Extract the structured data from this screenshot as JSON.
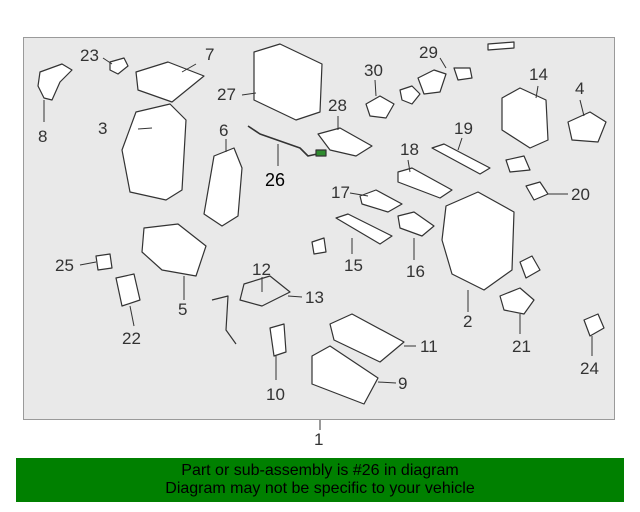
{
  "diagram": {
    "callouts": {
      "c1": "1",
      "c2": "2",
      "c3": "3",
      "c4": "4",
      "c5": "5",
      "c6": "6",
      "c7": "7",
      "c8": "8",
      "c9": "9",
      "c10": "10",
      "c11": "11",
      "c12": "12",
      "c13": "13",
      "c14": "14",
      "c15": "15",
      "c16": "16",
      "c17": "17",
      "c18": "18",
      "c19": "19",
      "c20": "20",
      "c21": "21",
      "c22": "22",
      "c23": "23",
      "c24": "24",
      "c25": "25",
      "c26": "26",
      "c27": "27",
      "c28": "28",
      "c29": "29",
      "c30": "30"
    },
    "highlighted_part": "26"
  },
  "footer": {
    "line1": "Part or sub-assembly is #26 in diagram",
    "line2": "Diagram may not be specific to your vehicle",
    "background_color": "#008000"
  }
}
